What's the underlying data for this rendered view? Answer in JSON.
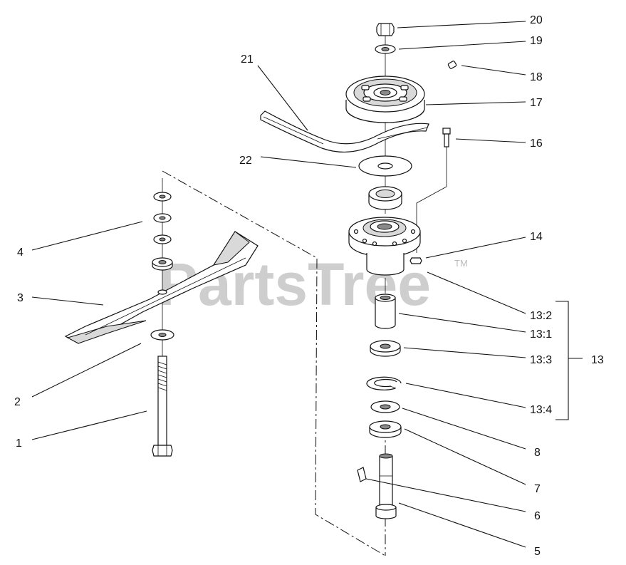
{
  "watermark": {
    "text": "PartsTree",
    "trademark": "TM"
  },
  "callouts": [
    {
      "id": "c20",
      "label": "20"
    },
    {
      "id": "c19",
      "label": "19"
    },
    {
      "id": "c18",
      "label": "18"
    },
    {
      "id": "c17",
      "label": "17"
    },
    {
      "id": "c21",
      "label": "21"
    },
    {
      "id": "c16",
      "label": "16"
    },
    {
      "id": "c22",
      "label": "22"
    },
    {
      "id": "c14",
      "label": "14"
    },
    {
      "id": "c4",
      "label": "4"
    },
    {
      "id": "c3",
      "label": "3"
    },
    {
      "id": "c13_2",
      "label": "13:2"
    },
    {
      "id": "c13_1",
      "label": "13:1"
    },
    {
      "id": "c13_3",
      "label": "13:3"
    },
    {
      "id": "c13",
      "label": "13"
    },
    {
      "id": "c2",
      "label": "2"
    },
    {
      "id": "c13_4",
      "label": "13:4"
    },
    {
      "id": "c1",
      "label": "1"
    },
    {
      "id": "c8",
      "label": "8"
    },
    {
      "id": "c7",
      "label": "7"
    },
    {
      "id": "c6",
      "label": "6"
    },
    {
      "id": "c5",
      "label": "5"
    }
  ]
}
